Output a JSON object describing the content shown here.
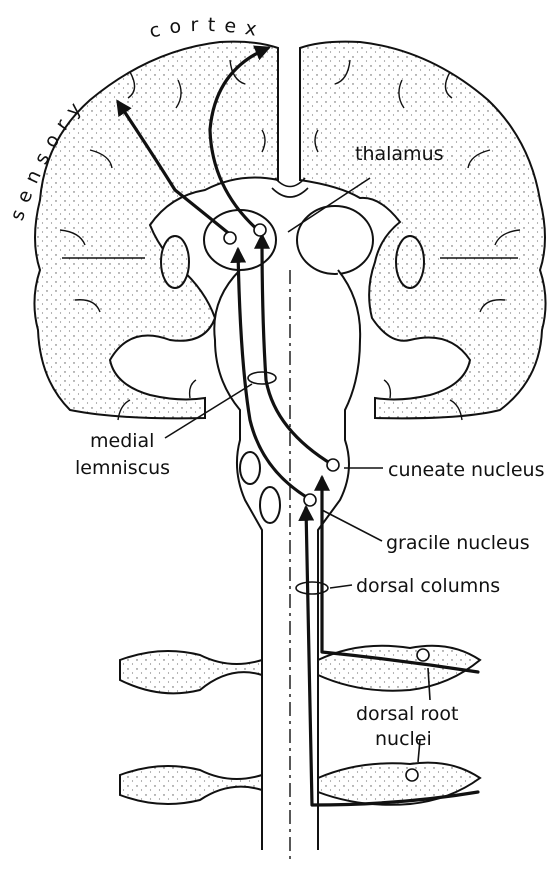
{
  "labels": {
    "sensory": "sensory",
    "cortex": "cortex",
    "thalamus": "thalamus",
    "medial": "medial",
    "lemniscus": "lemniscus",
    "cuneate_nucleus": "cuneate nucleus",
    "gracile_nucleus": "gracile nucleus",
    "dorsal_columns": "dorsal columns",
    "dorsal_root": "dorsal root",
    "nuclei": "nuclei"
  },
  "colors": {
    "ink": "#111111",
    "background": "#ffffff"
  }
}
